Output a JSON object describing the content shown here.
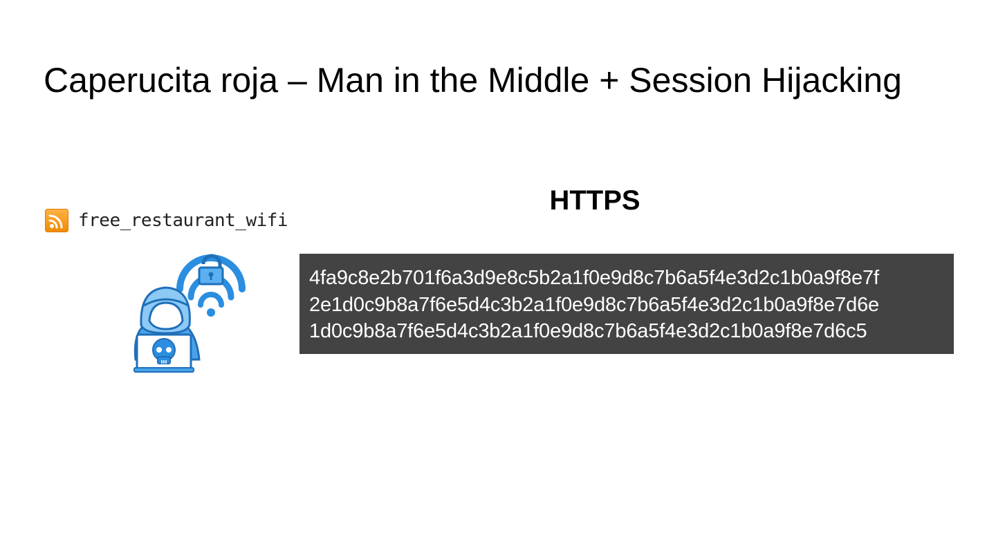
{
  "slide": {
    "title": "Caperucita roja – Man in the Middle + Session Hijacking",
    "wifi": {
      "icon": "wifi-signal-icon",
      "network_name": "free_restaurant_wifi"
    },
    "illustration_icon": "hacker-with-laptop-icon",
    "protocol_label": "HTTPS",
    "encrypted_lines": [
      "4fa9c8e2b701f6a3d9e8c5b2a1f0e9d8c7b6a5f4e3d2c1b0a9f8e7f",
      "2e1d0c9b8a7f6e5d4c3b2a1f0e9d8c7b6a5f4e3d2c1b0a9f8e7d6e",
      "1d0c9b8a7f6e5d4c3b2a1f0e9d8c7b6a5f4e3d2c1b0a9f8e7d6c5"
    ],
    "colors": {
      "cipher_background": "#434343",
      "icon_blue": "#2b8ee0",
      "wifi_badge": "#f5a028"
    }
  }
}
